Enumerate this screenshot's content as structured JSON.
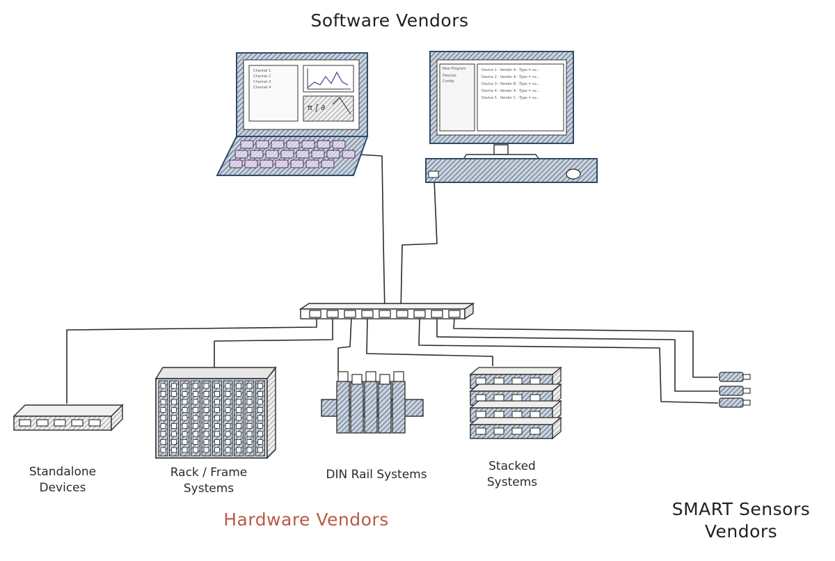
{
  "titles": {
    "software": "Software Vendors",
    "hardware": "Hardware Vendors",
    "smart_line1": "SMART Sensors",
    "smart_line2": "Vendors"
  },
  "labels": {
    "standalone_line1": "Standalone",
    "standalone_line2": "Devices",
    "rack_line1": "Rack / Frame",
    "rack_line2": "Systems",
    "din": "DIN Rail Systems",
    "stacked_line1": "Stacked",
    "stacked_line2": "Systems"
  },
  "colors": {
    "ink": "#2b2b2b",
    "laptop_frame": "#2d4a6a",
    "keys": "#cbb8dc",
    "hatch": "#93a4b8",
    "hardware_title": "#b85a45"
  }
}
